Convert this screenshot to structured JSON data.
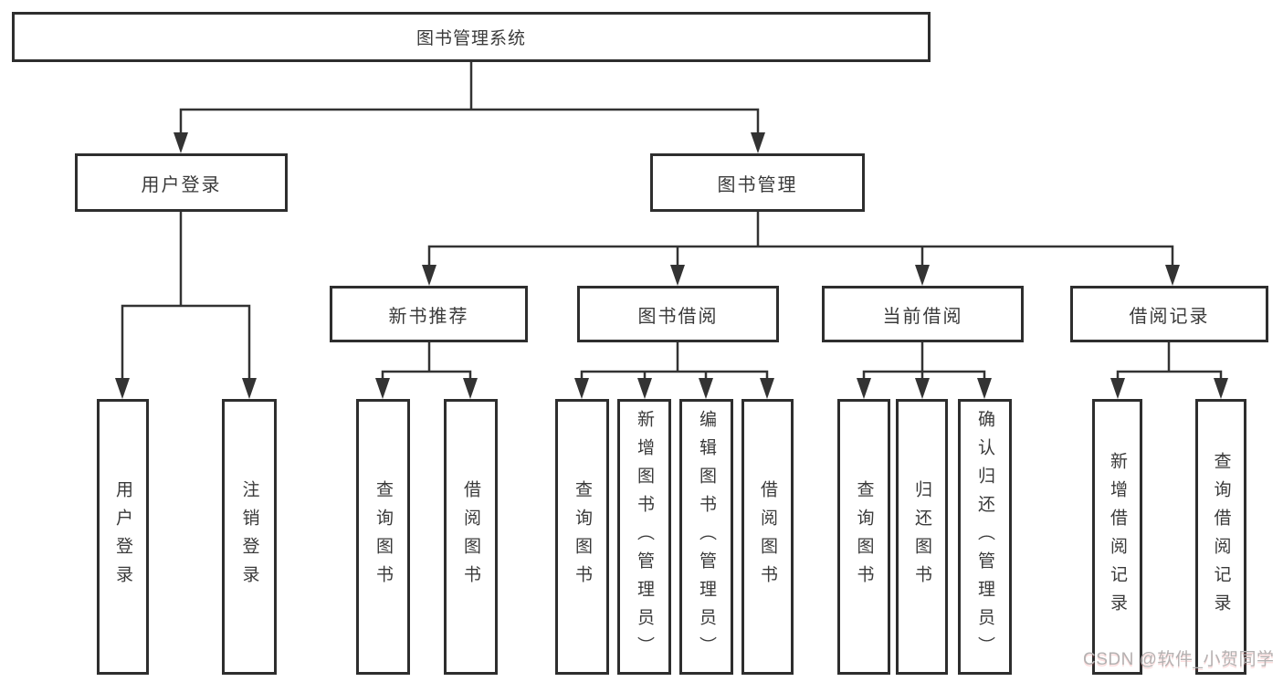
{
  "diagram": {
    "root": "图书管理系统",
    "branches": {
      "user_login": {
        "label": "用户登录",
        "children": [
          "用户登录",
          "注销登录"
        ]
      },
      "book_mgmt": {
        "label": "图书管理",
        "sections": [
          {
            "label": "新书推荐",
            "children": [
              "查询图书",
              "借阅图书"
            ]
          },
          {
            "label": "图书借阅",
            "children": [
              "查询图书",
              "新增图书（管理员）",
              "编辑图书（管理员）",
              "借阅图书"
            ]
          },
          {
            "label": "当前借阅",
            "children": [
              "查询图书",
              "归还图书",
              "确认归还（管理员）"
            ]
          },
          {
            "label": "借阅记录",
            "children": [
              "新增借阅记录",
              "查询借阅记录"
            ]
          }
        ]
      }
    }
  },
  "watermark": "CSDN @软件_小贺同学",
  "colors": {
    "line": "#333333",
    "box_border": "#2e2e2e",
    "box_fill": "#ffffff",
    "text": "#3a3a3a",
    "watermark_text": "#b4b1b1",
    "background": "#ffffff"
  }
}
